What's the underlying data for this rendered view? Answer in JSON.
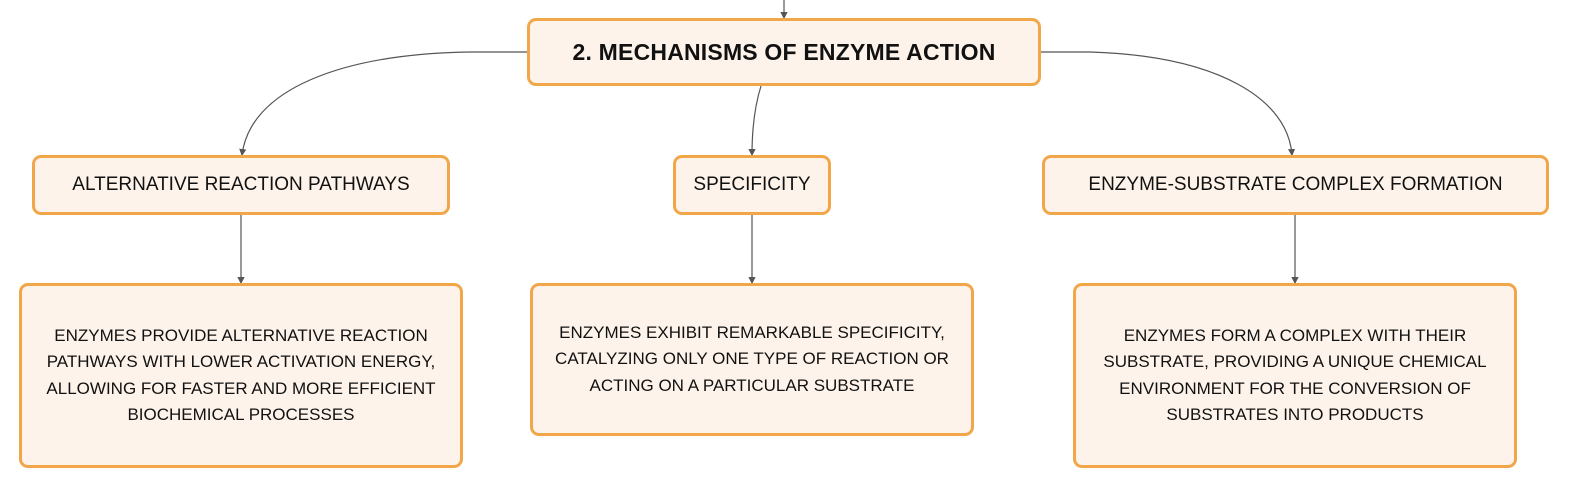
{
  "root": {
    "label": "2. MECHANISMS OF ENZYME ACTION"
  },
  "branches": [
    {
      "label": "ALTERNATIVE REACTION PATHWAYS",
      "detail": "ENZYMES PROVIDE ALTERNATIVE REACTION PATHWAYS WITH LOWER ACTIVATION ENERGY, ALLOWING FOR FASTER AND MORE EFFICIENT BIOCHEMICAL PROCESSES"
    },
    {
      "label": "SPECIFICITY",
      "detail": "ENZYMES EXHIBIT REMARKABLE SPECIFICITY, CATALYZING ONLY ONE TYPE OF REACTION OR ACTING ON A PARTICULAR SUBSTRATE"
    },
    {
      "label": "ENZYME-SUBSTRATE COMPLEX FORMATION",
      "detail": "ENZYMES FORM A COMPLEX WITH THEIR SUBSTRATE, PROVIDING A UNIQUE CHEMICAL ENVIRONMENT FOR THE CONVERSION OF SUBSTRATES INTO PRODUCTS"
    }
  ],
  "colors": {
    "node_fill": "#fdf3ea",
    "node_border": "#f2a64a",
    "connector": "#555555"
  }
}
